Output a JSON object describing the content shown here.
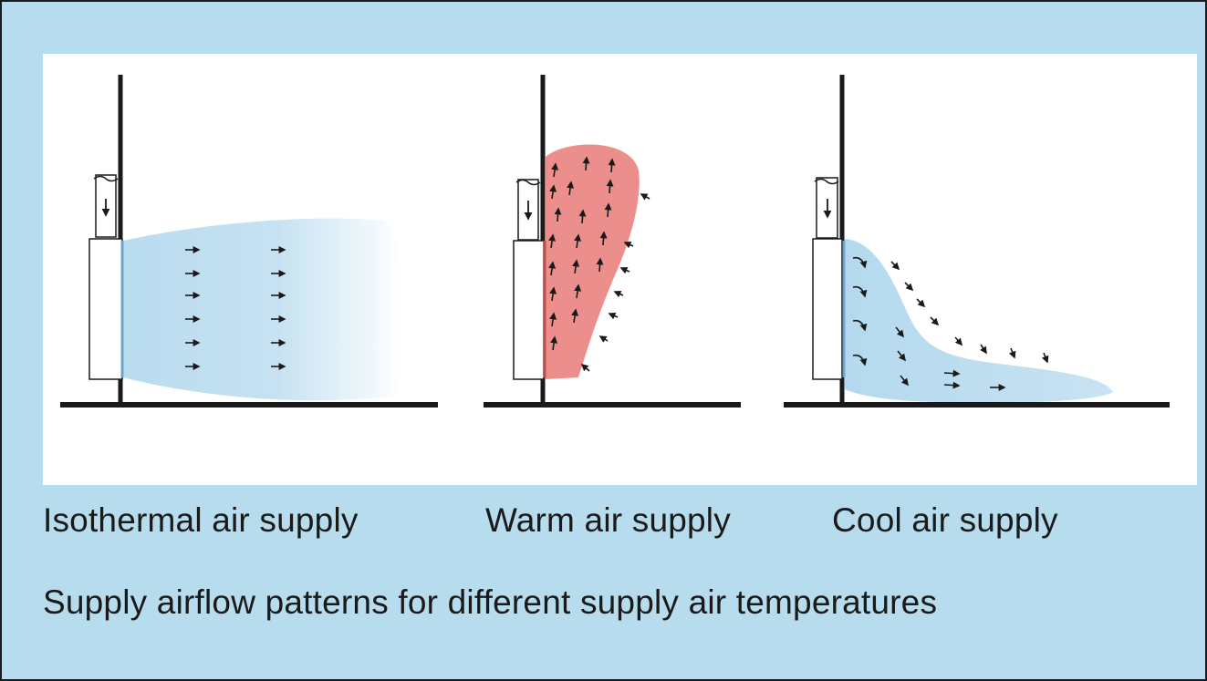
{
  "diagrams": [
    {
      "id": "isothermal",
      "label": "Isothermal air supply",
      "air_color": "#b9dcef"
    },
    {
      "id": "warm",
      "label": "Warm air supply",
      "air_color": "#ec8f8c"
    },
    {
      "id": "cool",
      "label": "Cool air supply",
      "air_color": "#b9dcef"
    }
  ],
  "caption": "Supply airflow patterns for different supply air temperatures",
  "colors": {
    "background": "#b6dcee",
    "panel": "#ffffff",
    "line": "#1a1a1a",
    "cool_air": "#b9dcef",
    "warm_air": "#ec8f8c"
  },
  "icons": [
    "downward-arrow-icon",
    "airflow-arrow-icon"
  ]
}
